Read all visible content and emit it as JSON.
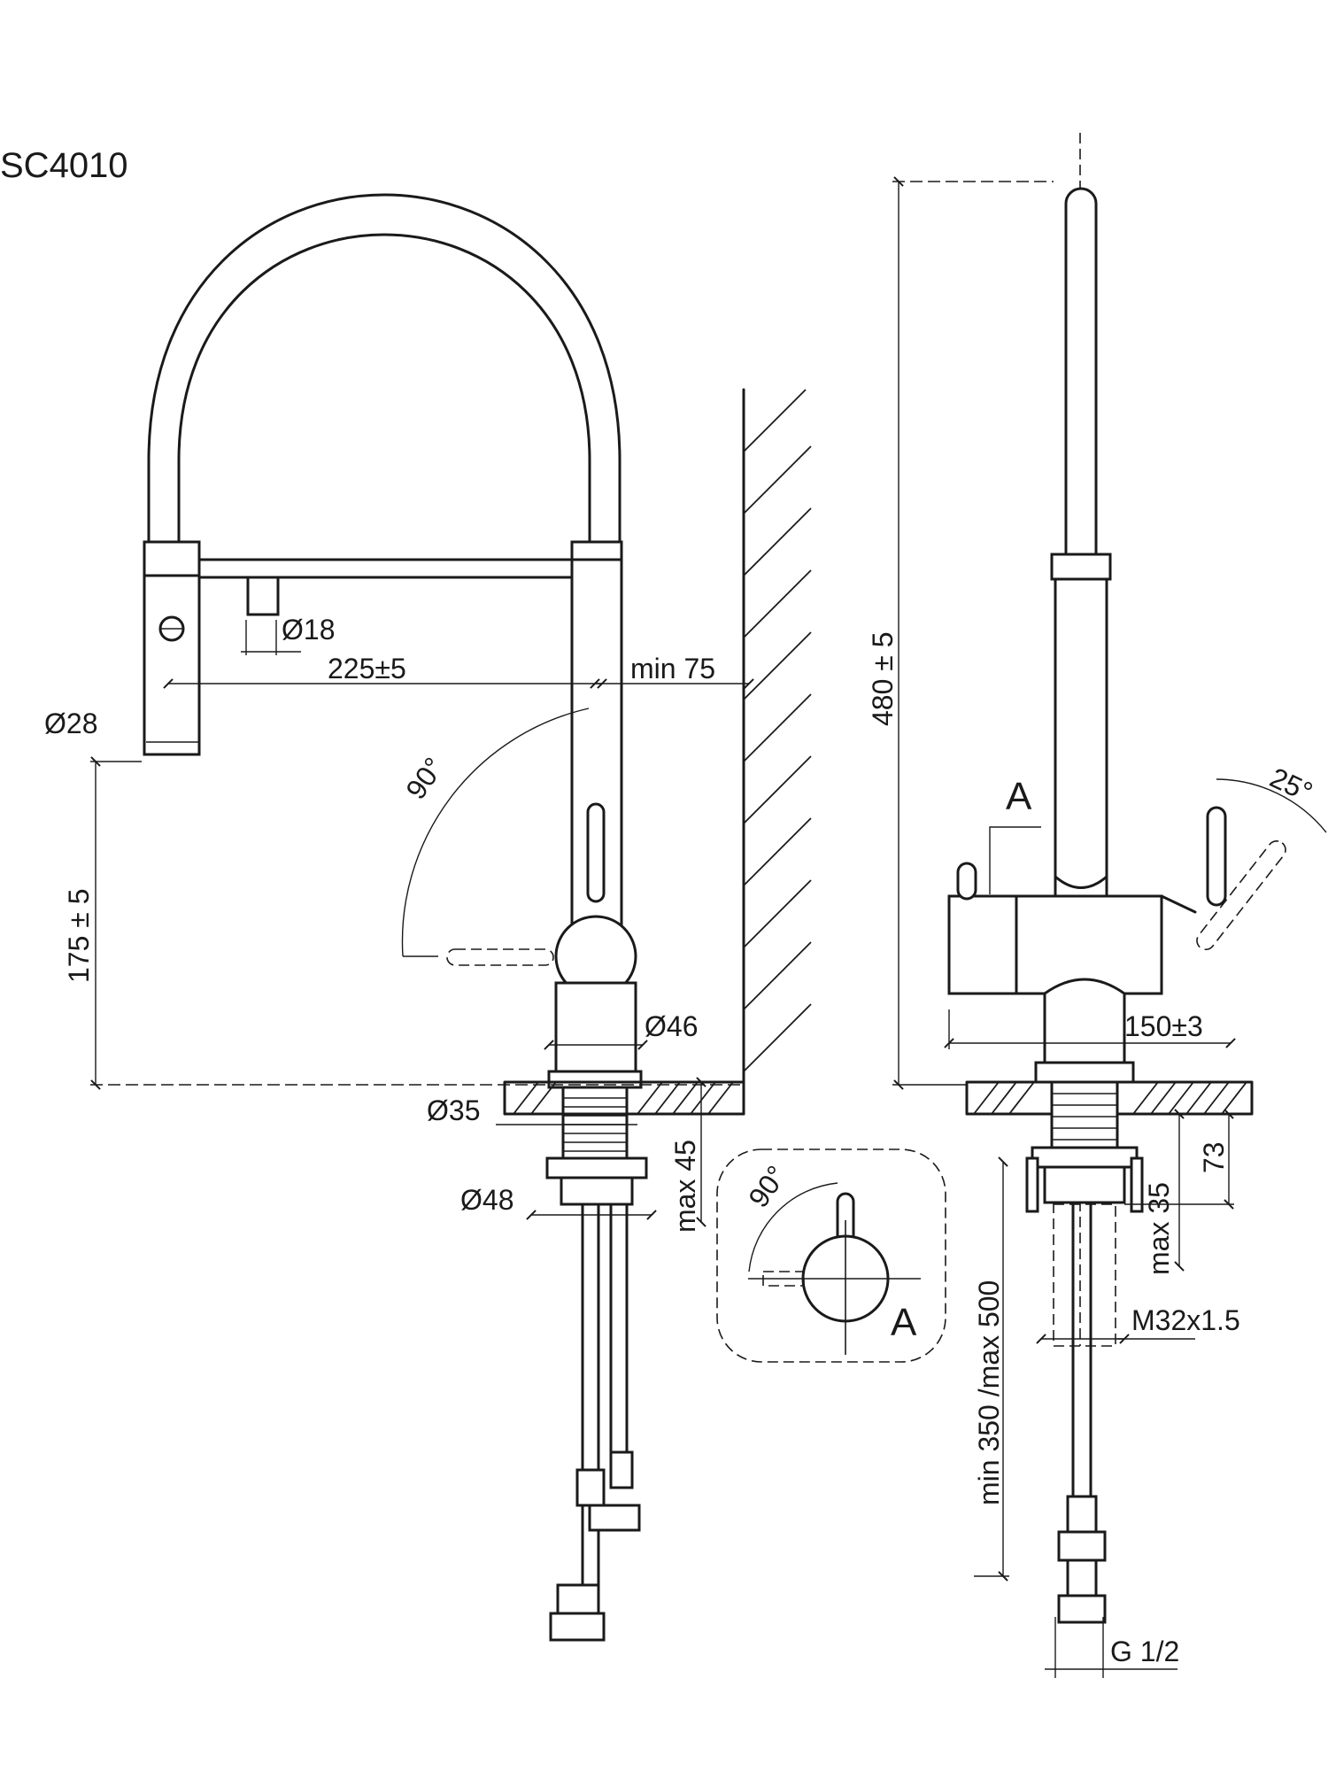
{
  "model": "SC4010",
  "side_view": {
    "dims": {
      "hose_diameter": "Ø18",
      "reach": "225±5",
      "wall_clearance": "min 75",
      "head_diameter": "Ø28",
      "swivel_angle": "90°",
      "head_height": "175 ± 5",
      "body_diameter": "Ø46",
      "shank_diameter": "Ø35",
      "counter_thickness": "max 45",
      "nut_diameter": "Ø48"
    }
  },
  "detail_a": {
    "label": "A",
    "angle": "90°"
  },
  "front_view": {
    "dims": {
      "total_height": "480 ± 5",
      "detail_marker": "A",
      "lever_angle": "25°",
      "base_width": "150±3",
      "mount_height": "73",
      "max_thickness": "max 35",
      "hose_length": "min 350 /max 500",
      "thread": "M32x1.5",
      "connection": "G 1/2"
    }
  }
}
